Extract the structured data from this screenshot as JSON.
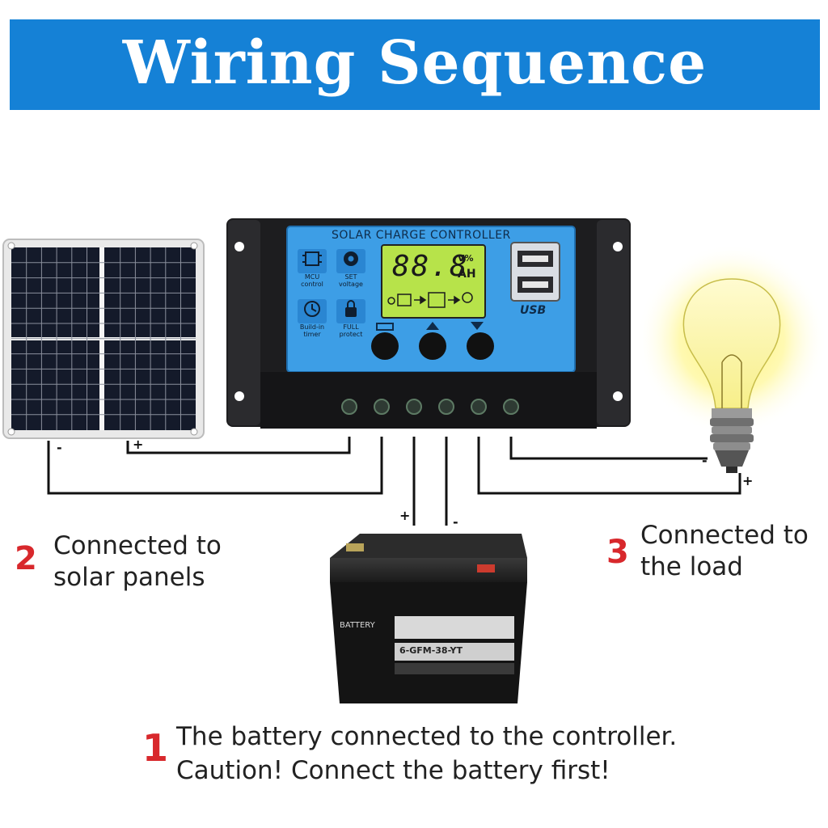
{
  "title": "Wiring Sequence",
  "controller": {
    "header": "SOLAR CHARGE CONTROLLER",
    "lcd_digits": "88.8",
    "lcd_unit_top": "V%",
    "lcd_unit_bottom": "AH",
    "usb_label": "USB",
    "features": [
      {
        "icon": "chip-icon",
        "label_1": "MCU",
        "label_2": "control"
      },
      {
        "icon": "gear-icon",
        "label_1": "SET",
        "label_2": "voltage"
      },
      {
        "icon": "clock-icon",
        "label_1": "Build-in",
        "label_2": "timer"
      },
      {
        "icon": "lock-icon",
        "label_1": "FULL",
        "label_2": "protect"
      }
    ]
  },
  "battery": {
    "brand": "BATTERY",
    "model": "6-GFM-38-YT"
  },
  "terminal_signs": {
    "solar_minus": "-",
    "solar_plus": "+",
    "battery_plus": "+",
    "battery_minus": "-",
    "load_minus": "-",
    "load_plus": "+"
  },
  "steps": [
    {
      "number": "1",
      "line1": "The battery connected to the controller.",
      "line2": "Caution! Connect the battery first!"
    },
    {
      "number": "2",
      "line1": "Connected to",
      "line2": "solar panels"
    },
    {
      "number": "3",
      "line1": "Connected to",
      "line2": "the load"
    }
  ],
  "colors": {
    "banner": "#1581d6",
    "step_number": "#d8282c",
    "controller_face": "#3d9ee6",
    "lcd": "#b7e34a",
    "bulb_glow": "#fff36b"
  }
}
